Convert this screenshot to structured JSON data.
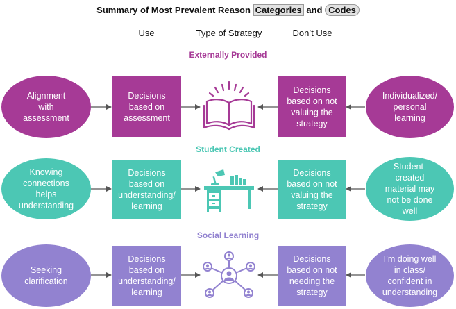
{
  "title": {
    "prefix": "Summary of Most Prevalent Reason ",
    "categories_word": "Categories",
    "and_word": " and ",
    "codes_word": "Codes"
  },
  "columns": {
    "use": "Use",
    "type": "Type of Strategy",
    "dont_use": "Don’t Use"
  },
  "colors": {
    "externally_provided": "#a63a96",
    "student_created": "#4cc7b4",
    "social_learning": "#9282d0"
  },
  "sections": [
    {
      "heading": "Externally Provided",
      "use_reason": "Alignment\nwith\nassessment",
      "use_category": "Decisions\nbased on\nassessment",
      "icon": "open-book-icon",
      "dont_category": "Decisions\nbased on not\nvaluing the\nstrategy",
      "dont_reason": "Individualized/\npersonal\nlearning"
    },
    {
      "heading": "Student Created",
      "use_reason": "Knowing\nconnections\nhelps\nunderstanding",
      "use_category": "Decisions\nbased on\nunderstanding/\nlearning",
      "icon": "desk-icon",
      "dont_category": "Decisions\nbased on not\nvaluing the\nstrategy",
      "dont_reason": "Student-\ncreated\nmaterial may\nnot be done\nwell"
    },
    {
      "heading": "Social Learning",
      "use_reason": "Seeking\nclarification",
      "use_category": "Decisions\nbased on\nunderstanding/\nlearning",
      "icon": "people-network-icon",
      "dont_category": "Decisions\nbased on not\nneeding the\nstrategy",
      "dont_reason": "I’m doing well\nin class/\nconfident in\nunderstanding"
    }
  ]
}
